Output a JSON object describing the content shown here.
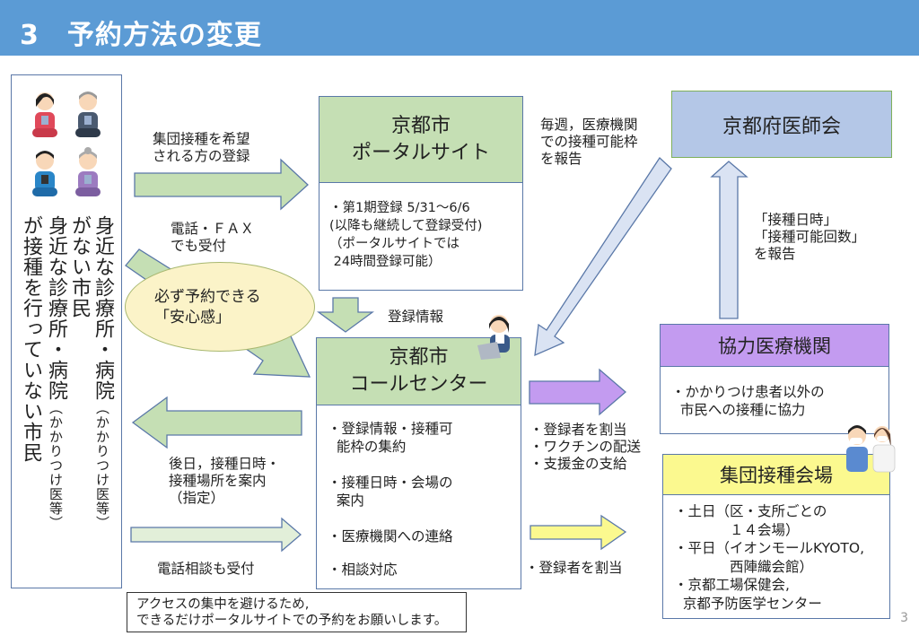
{
  "header": {
    "title": "3　予約方法の変更"
  },
  "citizens": {
    "column1": "身近な診療所・病院",
    "column1_note": "（かかりつけ医等）",
    "column1b": "がない市民",
    "column2": "身近な診療所・病院",
    "column2_note": "（かかりつけ医等）",
    "column2b": "が接種を行っていない市民"
  },
  "arrows": {
    "register_label": "集団接種を希望\nされる方の登録",
    "phone_fax_label": "電話・ＦＡＸ\nでも受付",
    "reassurance": "必ず予約できる\n「安心感」",
    "notify_label": "後日，接種日時・\n接種場所を案内\n（指定）",
    "consult_label": "電話相談も受付",
    "reg_info_label": "登録情報",
    "weekly_report_label": "毎週，医療機関\nでの接種可能枠\nを報告",
    "upward_report_label": "「接種日時」\n「接種可能回数」\nを報告",
    "to_clinics_label": "・登録者を割当\n・ワクチンの配送\n・支援金の支給",
    "to_venue_label": "・登録者を割当"
  },
  "portal": {
    "title": "京都市\nポータルサイト",
    "body": "・第1期登録 5/31～6/6\n(以降も継続して登録受付)\n（ポータルサイトでは\n 24時間登録可能）"
  },
  "callcenter": {
    "title": "京都市\nコールセンター",
    "items": [
      "・登録情報・接種可\n  能枠の集約",
      "・接種日時・会場の\n  案内",
      "・医療機関への連絡",
      "・相談対応"
    ]
  },
  "medical_assoc": {
    "title": "京都府医師会"
  },
  "clinics": {
    "title": "協力医療機関",
    "body": "・かかりつけ患者以外の\n  市民への接種に協力"
  },
  "venue": {
    "title": "集団接種会場",
    "body": "・土日（区・支所ごとの\n　　　　１４会場）\n・平日（イオンモールKYOTO,\n　　　　西陣織会館）\n・京都工場保健会,\n  京都予防医学センター"
  },
  "note": "アクセスの集中を避けるため,\nできるだけポータルサイトでの予約をお願いします。",
  "page_number": "3",
  "colors": {
    "header": "#5b9bd5",
    "green": "#c5dfb4",
    "blue": "#b4c7e7",
    "purple": "#c39bf0",
    "yellow": "#fbf98f",
    "ellipse": "#fbf3c8"
  }
}
